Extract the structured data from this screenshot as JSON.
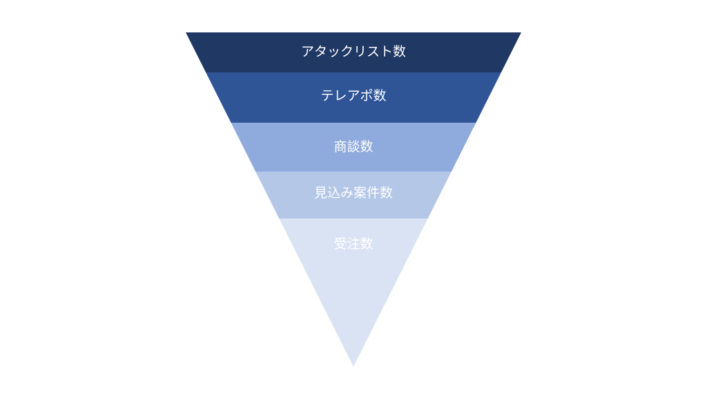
{
  "funnel": {
    "stages": [
      {
        "label": "アタックリスト数",
        "color": "#203864"
      },
      {
        "label": "テレアポ数",
        "color": "#2F5597"
      },
      {
        "label": "商談数",
        "color": "#8FAADC"
      },
      {
        "label": "見込み案件数",
        "color": "#B4C7E7"
      },
      {
        "label": "受注数",
        "color": "#DAE3F3"
      }
    ]
  }
}
